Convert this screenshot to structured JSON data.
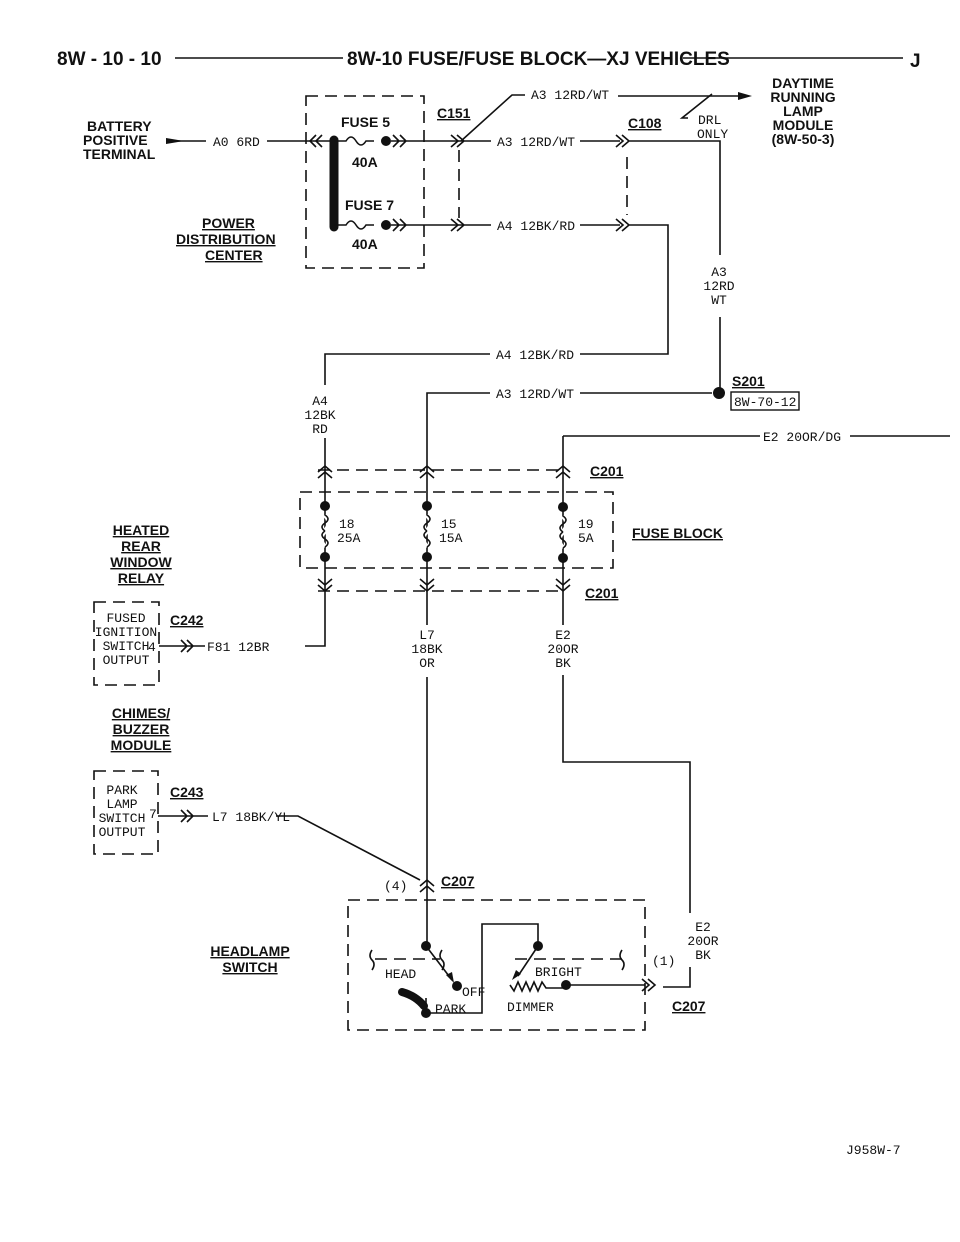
{
  "header": {
    "page_number": "8W - 10 - 10",
    "title": "8W-10 FUSE/FUSE BLOCK—XJ VEHICLES",
    "section_letter": "J"
  },
  "battery": {
    "line1": "BATTERY",
    "line2": "POSITIVE",
    "line3": "TERMINAL",
    "wire": "A0 6RD"
  },
  "pdc": {
    "line1": "POWER",
    "line2": "DISTRIBUTION",
    "line3": "CENTER",
    "fuse5": "FUSE 5",
    "fuse5_rating": "40A",
    "fuse7": "FUSE 7",
    "fuse7_rating": "40A"
  },
  "connectors": {
    "c151": "C151",
    "c108": "C108",
    "c201_top": "C201",
    "c201_bottom": "C201",
    "c242": "C242",
    "c243": "C243",
    "c207_top": "C207",
    "c207_bottom": "C207",
    "s201": "S201",
    "s201_ref": "8W-70-12"
  },
  "wires": {
    "a3_top": "A3 12RD/WT",
    "a3_mid": "A3 12RD/WT",
    "a4_mid": "A4 12BK/RD",
    "a3_vert": [
      "A3",
      "12RD",
      "WT"
    ],
    "a4_lower": "A4 12BK/RD",
    "a3_lower": "A3 12RD/WT",
    "a4_vert": [
      "A4",
      "12BK",
      "RD"
    ],
    "e2_dg": "E2 20OR/DG",
    "f81": "F81 12BR",
    "l7_vert": [
      "L7",
      "18BK",
      "OR"
    ],
    "e2_vert": [
      "E2",
      "20OR",
      "BK"
    ],
    "l7_yl": "L7 18BK/YL",
    "e2_vert2": [
      "E2",
      "20OR",
      "BK"
    ]
  },
  "drl": {
    "note": [
      "DRL",
      "ONLY"
    ],
    "module": [
      "DAYTIME",
      "RUNNING",
      "LAMP",
      "MODULE",
      "(8W-50-3)"
    ]
  },
  "fuse_block": {
    "label": "FUSE BLOCK",
    "fuses": [
      {
        "num": "18",
        "rating": "25A"
      },
      {
        "num": "15",
        "rating": "15A"
      },
      {
        "num": "19",
        "rating": "5A"
      }
    ]
  },
  "heated_rear": {
    "label": [
      "HEATED",
      "REAR",
      "WINDOW",
      "RELAY"
    ],
    "box": [
      "FUSED",
      "IGNITION",
      "SWITCH",
      "OUTPUT"
    ],
    "pin": "4"
  },
  "chimes": {
    "label": [
      "CHIMES/",
      "BUZZER",
      "MODULE"
    ],
    "box": [
      "PARK",
      "LAMP",
      "SWITCH",
      "OUTPUT"
    ],
    "pin": "7"
  },
  "headlamp": {
    "label": [
      "HEADLAMP",
      "SWITCH"
    ],
    "pin_top": "(4)",
    "pin_bottom": "(1)",
    "head": "HEAD",
    "off": "OFF",
    "park": "PARK",
    "bright": "BRIGHT",
    "dimmer": "DIMMER"
  },
  "figure_id": "J958W-7"
}
